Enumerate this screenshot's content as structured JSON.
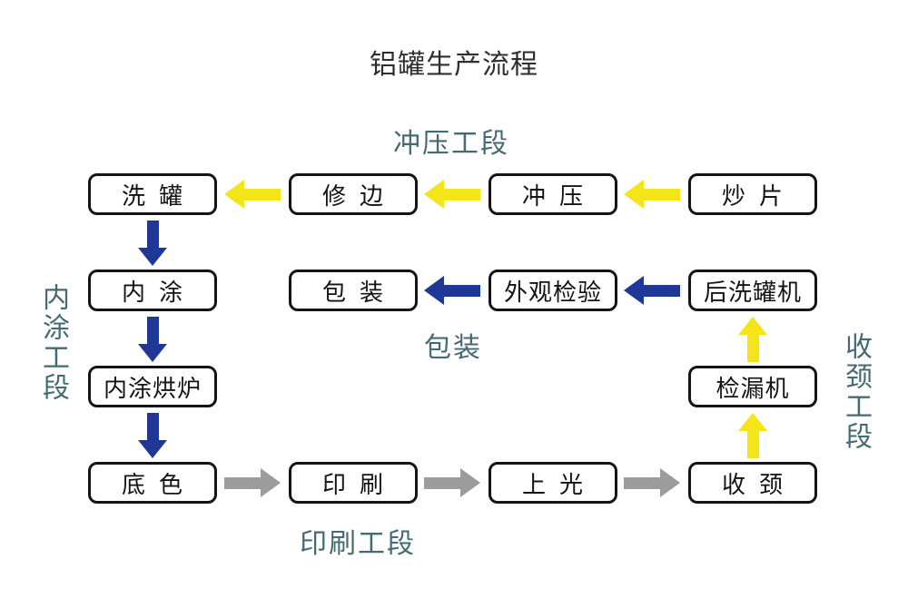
{
  "title": "铝罐生产流程",
  "colors": {
    "arrow-yellow": "#f3e517",
    "arrow-blue": "#1f3796",
    "arrow-gray": "#9c9c9c",
    "teal": "#446a72"
  },
  "sections": {
    "stamping": "冲压工段",
    "inner_coating": "内涂工段",
    "packaging": "包装",
    "printing": "印刷工段",
    "necking": "收颈工段"
  },
  "boxes": {
    "wash_can": "洗 罐",
    "trim": "修 边",
    "punch": "冲 压",
    "sheet": "炒 片",
    "inner_coat": "内 涂",
    "pack": "包 装",
    "visual_inspect": "外观检验",
    "post_wash": "后洗罐机",
    "coat_oven": "内涂烘炉",
    "leak_test": "检漏机",
    "base_color": "底 色",
    "print": "印 刷",
    "varnish": "上 光",
    "neck": "收 颈"
  },
  "edges": [
    {
      "from": "炒片",
      "to": "冲压",
      "color": "yellow"
    },
    {
      "from": "冲压",
      "to": "修边",
      "color": "yellow"
    },
    {
      "from": "修边",
      "to": "洗罐",
      "color": "yellow"
    },
    {
      "from": "洗罐",
      "to": "内涂",
      "color": "blue"
    },
    {
      "from": "内涂",
      "to": "内涂烘炉",
      "color": "blue"
    },
    {
      "from": "内涂烘炉",
      "to": "底色",
      "color": "blue"
    },
    {
      "from": "底色",
      "to": "印刷",
      "color": "gray"
    },
    {
      "from": "印刷",
      "to": "上光",
      "color": "gray"
    },
    {
      "from": "上光",
      "to": "收颈",
      "color": "gray"
    },
    {
      "from": "收颈",
      "to": "检漏机",
      "color": "yellow"
    },
    {
      "from": "检漏机",
      "to": "后洗罐机",
      "color": "yellow"
    },
    {
      "from": "后洗罐机",
      "to": "外观检验",
      "color": "blue"
    },
    {
      "from": "外观检验",
      "to": "包装",
      "color": "blue"
    }
  ]
}
